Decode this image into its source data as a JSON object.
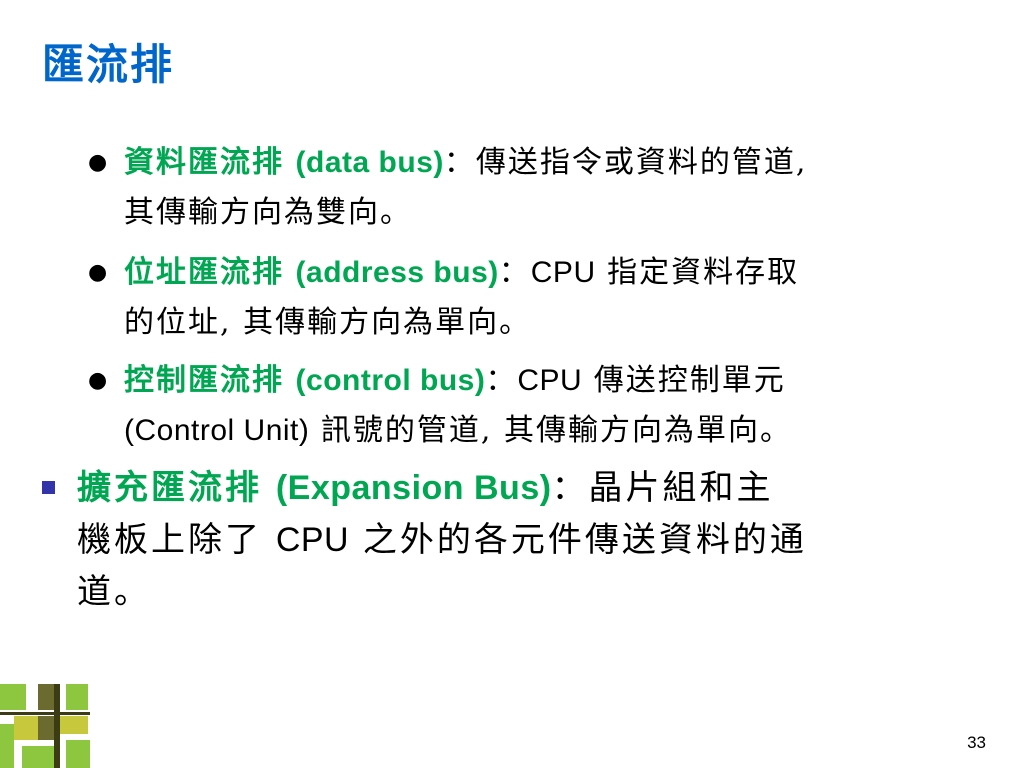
{
  "slide": {
    "title": "匯流排",
    "page_number": "33",
    "colors": {
      "title": "#0066cc",
      "term": "#00a651",
      "text": "#000000",
      "main_bullet": "#3333aa",
      "deco_green": "#8dc63f",
      "deco_olive": "#6b6b2f",
      "deco_yellow": "#c8c83c",
      "deco_dark": "#3c3c14"
    },
    "bullets": [
      {
        "term": "資料匯流排",
        "english": "(data  bus)",
        "desc_line1": "：傳送指令或資料的管道,",
        "desc_line2": "其傳輸方向為雙向。"
      },
      {
        "term": "位址匯流排",
        "english": "(address  bus)",
        "desc_line1_prefix": "：",
        "cpu": "CPU",
        "desc_line1_suffix": " 指定資料存取",
        "desc_line2": "的位址, 其傳輸方向為單向。"
      },
      {
        "term": "控制匯流排",
        "english": "(control  bus)",
        "desc_line1_prefix": "：",
        "cpu": "CPU",
        "desc_line1_suffix": " 傳送控制單元",
        "desc_line2_en": "(Control Unit)",
        "desc_line2": " 訊號的管道, 其傳輸方向為單向。"
      }
    ],
    "main_bullet": {
      "term": "擴充匯流排",
      "english": "(Expansion Bus)",
      "desc_line1": "：晶片組和主",
      "desc_line2_prefix": "機板上除了 ",
      "cpu": "CPU",
      "desc_line2_suffix": " 之外的各元件傳送資料的通",
      "desc_line3": "道。"
    }
  }
}
